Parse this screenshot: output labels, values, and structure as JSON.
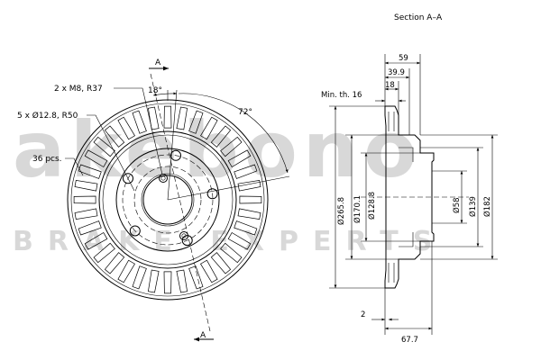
{
  "section_title": "Section A–A",
  "watermark": {
    "top": "akebono",
    "bottom": "BRAKE EXPERTS"
  },
  "front_view": {
    "section_mark": "A",
    "angle_18": "18°",
    "angle_72": "72°",
    "callout_threads": "2 x M8, R37",
    "callout_holes": "5 x Ø12.8, R50",
    "callout_vanes": "36 pcs."
  },
  "section_view": {
    "min_thickness": "Min. th. 16",
    "dim_59": "59",
    "dim_39_9": "39.9",
    "dim_18": "18",
    "dim_2": "2",
    "dim_67_7": "67.7",
    "dia_265_8": "Ø265.8",
    "dia_170_1": "Ø170.1",
    "dia_128_8": "Ø128.8",
    "dia_58": "Ø58",
    "dia_139": "Ø139",
    "dia_182": "Ø182"
  }
}
